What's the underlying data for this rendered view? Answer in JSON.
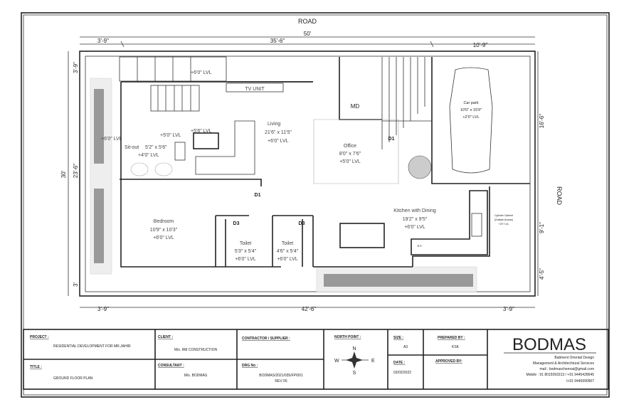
{
  "drawing": {
    "road_top": "ROAD",
    "road_right": "ROAD",
    "dimensions": {
      "top_overall": "50'",
      "top_left": "3'-9\"",
      "top_middle": "35'-6\"",
      "top_right": "10'-9\"",
      "left_overall": "30'",
      "left_top": "3'-9\"",
      "left_middle": "23'-6\"",
      "left_bottom": "3'",
      "right_top": "16'-6\"",
      "right_middle": "9'-1\"",
      "right_bottom": "4'-5\"",
      "bottom_left": "3'-9\"",
      "bottom_middle": "42'-6\"",
      "bottom_right": "3'-9\""
    },
    "levels": {
      "stair_top": "+6'0\" LVL",
      "sitout_upper": "+5'0\" LVL",
      "living_area": "+5'6\" LVL",
      "garden_left": "+6'0\" LVL"
    },
    "tv_unit": "TV UNIT",
    "md": "MD",
    "rooms": [
      {
        "name": "Living",
        "size": "21'6\" x 11'5\"",
        "level": "+6'0\" LVL"
      },
      {
        "name": "Sit-out",
        "size": "5'2\" x 5'6\"",
        "level": "+4'0\" LVL"
      },
      {
        "name": "Office",
        "size": "8'0\" x 7'6\"",
        "level": "+5'0\" LVL"
      },
      {
        "name": "Car park",
        "size": "10'0\" x 15'9\"",
        "level": "+2'0\" LVL"
      },
      {
        "name": "Bedroom",
        "size": "10'9\" x 10'3\"",
        "level": "+6'0\" LVL"
      },
      {
        "name": "Toilet",
        "size": "5'3\" x 5'4\"",
        "level": "+6'0\" LVL"
      },
      {
        "name": "Toilet",
        "size": "4'6\" x 5'4\"",
        "level": "+6'0\" LVL"
      },
      {
        "name": "Kitchen with Dining",
        "size": "19'2\" x 9'5\"",
        "level": "+6'0\" LVL"
      }
    ],
    "doors": {
      "d1_living": "D1",
      "d1_office": "D1",
      "d3_left": "D3",
      "d3_right": "D3"
    },
    "cylinder_note": [
      "Cylinder Cabinet",
      "(Outside Access)",
      "+2'0\" LVL"
    ],
    "fridge": "R.F."
  },
  "title_block": {
    "project_label": "PROJECT :",
    "project_value": "RESIDENTIAL DEVELOPMENT FOR MR.JAHIR",
    "client_label": "CLIENT :",
    "client_value": "M/s. RM CONSTRUCTION",
    "contractor_label": "CONTRACTOR / SUPPLIER :",
    "title_label": "TITLE :",
    "title_value": "GROUND FLOOR PLAN",
    "consultant_label": "CONSULTANT :",
    "consultant_value": "M/s. BODMAS",
    "drg_label": "DRG No :",
    "drg_value": "BODMAS/2021/035/FP/001",
    "rev": "REV 05",
    "north_label": "NORTH POINT :",
    "compass": {
      "n": "N",
      "s": "S",
      "e": "E",
      "w": "W"
    },
    "size_label": "SIZE :",
    "size_value": "A3",
    "prepared_label": "PREPARED BY :",
    "prepared_value": "KSK",
    "date_label": "DATE :",
    "date_value": "03/02/2022",
    "approved_label": "APPROVED BY:",
    "company": "BODMAS",
    "company_lines": [
      "Batiment Oriental Design",
      "Management & Architechtural Services",
      "mail : bodmaschennai@gmail.com",
      "Mobile : 91 8015093313 / +91 9445428645",
      "/+91 9445990967"
    ]
  }
}
